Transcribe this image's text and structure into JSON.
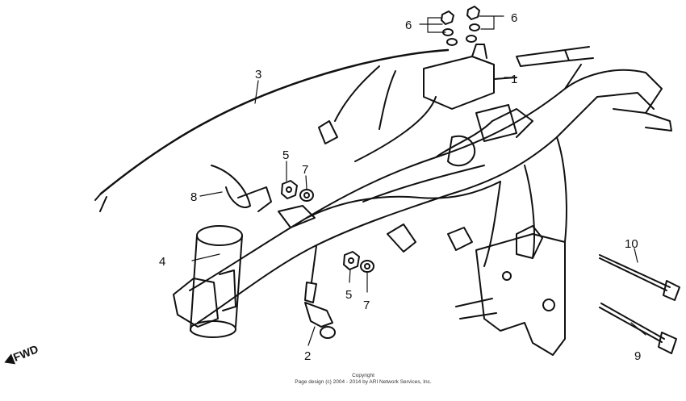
{
  "diagram": {
    "callouts": {
      "c1": "1",
      "c2": "2",
      "c3": "3",
      "c4": "4",
      "c5a": "5",
      "c5b": "5",
      "c6a": "6",
      "c6b": "6",
      "c7a": "7",
      "c7b": "7",
      "c8": "8",
      "c9": "9",
      "c10": "10"
    },
    "direction_label": "FWD",
    "copyright_line1": "Copyright",
    "copyright_line2": "Page design (c) 2004 - 2014 by ARI Network Services, Inc."
  }
}
